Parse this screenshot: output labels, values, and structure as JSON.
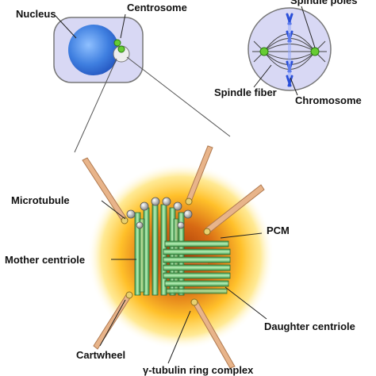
{
  "labels": {
    "nucleus": "Nucleus",
    "centrosome": "Centrosome",
    "spindle_poles": "Spindle poles",
    "spindle_fiber": "Spindle fiber",
    "chromosome": "Chromosome",
    "microtubule": "Microtubule",
    "pcm": "PCM",
    "mother_centriole": "Mother centriole",
    "daughter_centriole": "Daughter centriole",
    "cartwheel": "Cartwheel",
    "gamma_tubulin_ring_complex": "γ-tubulin ring complex"
  },
  "colors": {
    "cell_fill": "#d8d8f4",
    "nucleus": "#3f7fe0",
    "centriole_green": "#66cc33",
    "pcm_core": "#c85a10",
    "pcm_glow": "#ffd23a",
    "microtubule": "#e8b48a",
    "chromosome": "#2a4fd8",
    "centriole_rod": "#7fd08a"
  }
}
